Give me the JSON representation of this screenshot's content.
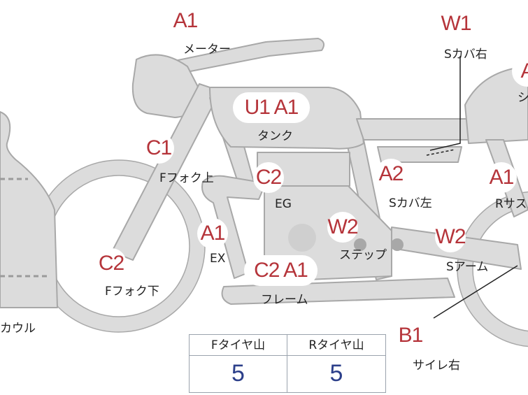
{
  "colors": {
    "body": "#dcdcdc",
    "outline": "#a8a8a8",
    "accent": "#b5343a",
    "value": "#2c3f8a",
    "dashes": "#9a9a9a"
  },
  "parts": [
    {
      "codes": "A1",
      "label": "メーター"
    },
    {
      "codes": "W1",
      "label": "Sカバ右"
    },
    {
      "codes": "A",
      "label": "シ"
    },
    {
      "codes": "U1 A1",
      "label": "タンク"
    },
    {
      "codes": "C1",
      "label": "Fフォク上"
    },
    {
      "codes": "C2",
      "label": "EG"
    },
    {
      "codes": "A2",
      "label": "Sカバ左"
    },
    {
      "codes": "A1",
      "label": "Rサス"
    },
    {
      "codes": "A1",
      "label": "EX"
    },
    {
      "codes": "W2",
      "label": "ステップ"
    },
    {
      "codes": "W2",
      "label": "Sアーム"
    },
    {
      "codes": "C2",
      "label": "Fフォク下"
    },
    {
      "codes": "C2 A1",
      "label": "フレーム"
    },
    {
      "codes": "B1",
      "label": "サイレ右"
    },
    {
      "codes": "",
      "label": "カウル"
    }
  ],
  "tire_table": {
    "headers": [
      "Fタイヤ山",
      "Rタイヤ山"
    ],
    "values": [
      "5",
      "5"
    ]
  }
}
